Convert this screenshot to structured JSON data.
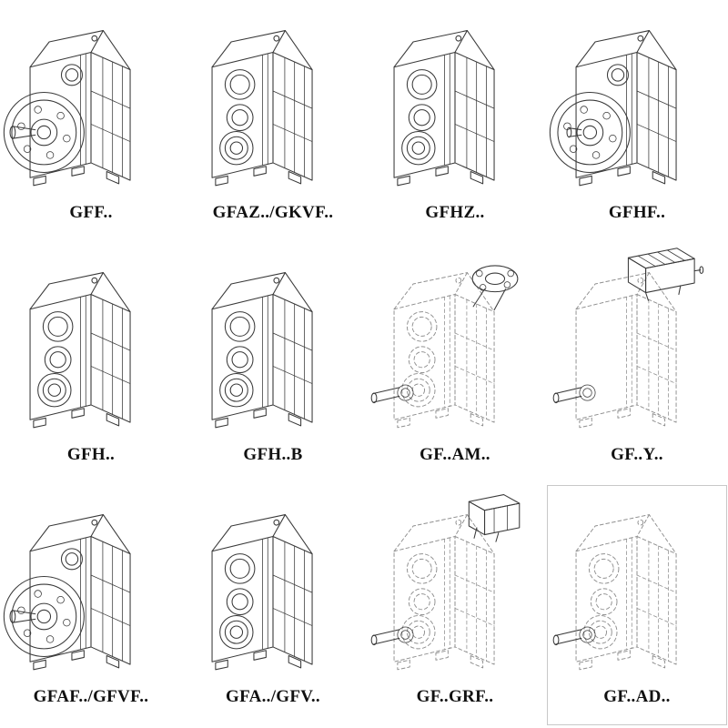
{
  "page": {
    "background": "#ffffff",
    "line_color": "#3a3a3a",
    "dashed_line_color": "#8f8f8f",
    "description": "Catalog sheet of GF-series parallel shaft helical gear reducer mounting variants, 4 columns x 3 rows of isometric technical line drawings with bold model labels"
  },
  "catalog": {
    "items": [
      {
        "label": "GFF..",
        "line_style": "solid",
        "front": "flange",
        "top": null,
        "shaft": "long",
        "boxed": false
      },
      {
        "label": "GFAZ../GKVF..",
        "line_style": "solid",
        "front": "bores",
        "top": null,
        "shaft": null,
        "boxed": false
      },
      {
        "label": "GFHZ..",
        "line_style": "solid",
        "front": "bores",
        "top": null,
        "shaft": null,
        "boxed": false
      },
      {
        "label": "GFHF..",
        "line_style": "solid",
        "front": "flange",
        "top": null,
        "shaft": "stub",
        "boxed": false
      },
      {
        "label": "GFH..",
        "line_style": "solid",
        "front": "bores",
        "top": null,
        "shaft": null,
        "boxed": false
      },
      {
        "label": "GFH..B",
        "line_style": "solid",
        "front": "bores",
        "top": null,
        "shaft": null,
        "boxed": false
      },
      {
        "label": "GF..AM..",
        "line_style": "dashed",
        "front": "bores",
        "top": "flange",
        "shaft": "long",
        "boxed": false
      },
      {
        "label": "GF..Y..",
        "line_style": "dashed",
        "front": "plain",
        "top": "motor",
        "shaft": "long",
        "boxed": false
      },
      {
        "label": "GFAF../GFVF..",
        "line_style": "solid",
        "front": "flange",
        "top": null,
        "shaft": "long",
        "boxed": false
      },
      {
        "label": "GFA../GFV..",
        "line_style": "solid",
        "front": "bores",
        "top": null,
        "shaft": null,
        "boxed": false
      },
      {
        "label": "GF..GRF..",
        "line_style": "dashed",
        "front": "bores",
        "top": "adapter",
        "shaft": "long",
        "boxed": false
      },
      {
        "label": "GF..AD..",
        "line_style": "dashed",
        "front": "bores",
        "top": null,
        "shaft": "long",
        "boxed": true
      }
    ]
  }
}
